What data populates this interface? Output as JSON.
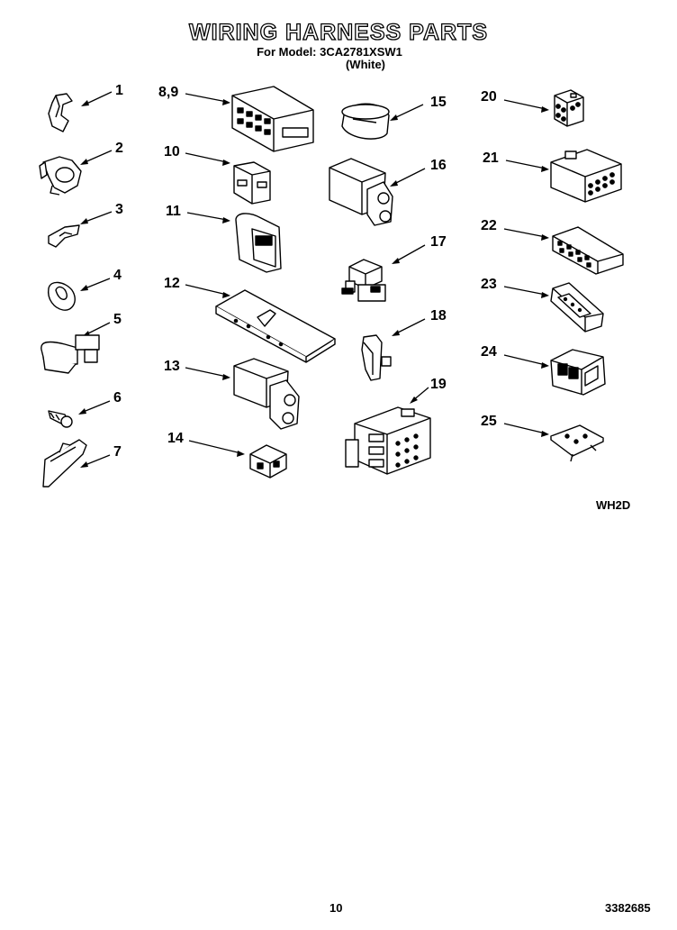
{
  "title": "WIRING HARNESS PARTS",
  "model_line": "For Model: 3CA2781XSW1",
  "color_line": "(White)",
  "diagram_code": "WH2D",
  "page_number": "10",
  "document_number": "3382685",
  "callouts": {
    "c1": "1",
    "c2": "2",
    "c3": "3",
    "c4": "4",
    "c5": "5",
    "c6": "6",
    "c7": "7",
    "c89": "8,9",
    "c10": "10",
    "c11": "11",
    "c12": "12",
    "c13": "13",
    "c14": "14",
    "c15": "15",
    "c16": "16",
    "c17": "17",
    "c18": "18",
    "c19": "19",
    "c20": "20",
    "c21": "21",
    "c22": "22",
    "c23": "23",
    "c24": "24",
    "c25": "25"
  }
}
